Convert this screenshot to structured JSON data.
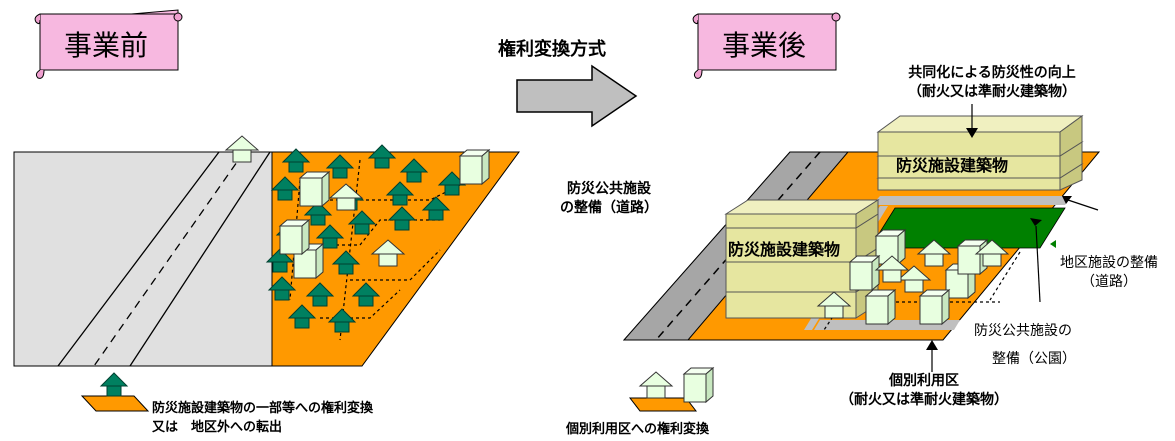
{
  "left": {
    "banner": "事業前",
    "legend": {
      "line1": "防災施設建築物の一部等への権利変換",
      "line2": "又は　地区外への転出"
    }
  },
  "arrow_label": "権利変換方式",
  "right": {
    "banner": "事業後",
    "building_label_back": "防災施設建築物",
    "building_label_front": "防災施設建築物",
    "callout_coop_1": "共同化による防災性の向上",
    "callout_coop_2": "（耐火又は準耐火建築物）",
    "callout_public_road_1": "防災公共施設",
    "callout_public_road_2": "の整備（道路）",
    "callout_district_road_1": "地区施設の整備",
    "callout_district_road_2": "（道路）",
    "callout_park_1": "防災公共施設の",
    "callout_park_2": "整備（公園）",
    "callout_individual_1": "個別利用区",
    "callout_individual_2": "（耐火又は準耐火建築物）",
    "legend": "個別利用区への権利変換"
  },
  "colors": {
    "orange": "#FF9900",
    "house_green": "#008060",
    "house_pale": "#E8FFE0",
    "building": "#E6E6A0",
    "park_green": "#008000",
    "road_gray": "#A6A6A6",
    "banner_pink": "#F7B8E0"
  }
}
